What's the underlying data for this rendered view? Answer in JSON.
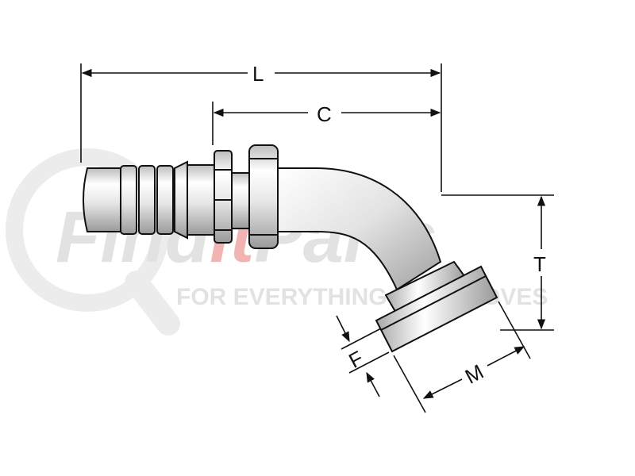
{
  "diagram": {
    "dimensions": {
      "overall_length": "L",
      "center_length": "C",
      "flange_thickness_offset": "T",
      "flange_diameter": "M",
      "flange_thickness": "F"
    }
  },
  "watermark": {
    "brand": "FinditParts",
    "brand_part_a": "Find",
    "brand_part_b": "it",
    "brand_part_c": "Parts",
    "tagline": "FOR EVERYTHING THAT MOVES",
    "accent_color": "#f2b3b3",
    "gray_color": "#e2e2e2"
  },
  "colors": {
    "line": "#111111",
    "metal_light": "#f4f4f4",
    "metal_dark": "#9a9a9a"
  }
}
